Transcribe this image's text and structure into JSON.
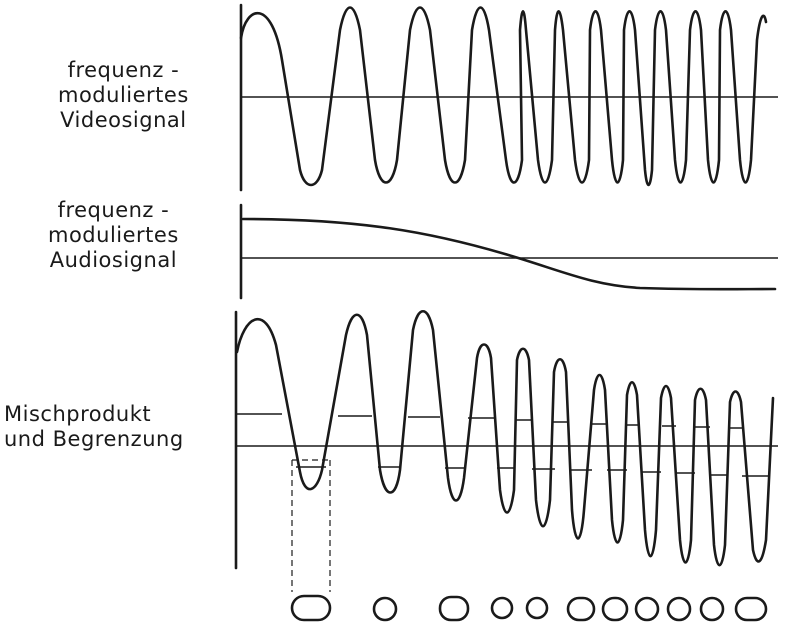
{
  "labels": {
    "video": [
      "frequenz -",
      "moduliertes",
      "Videosignal"
    ],
    "audio": [
      "frequenz -",
      "moduliertes",
      "Audiosignal"
    ],
    "mix": [
      "Mischprodukt",
      "und Begrenzung"
    ]
  },
  "colors": {
    "ink": "#1a1a1a",
    "paper": "#ffffff"
  }
}
